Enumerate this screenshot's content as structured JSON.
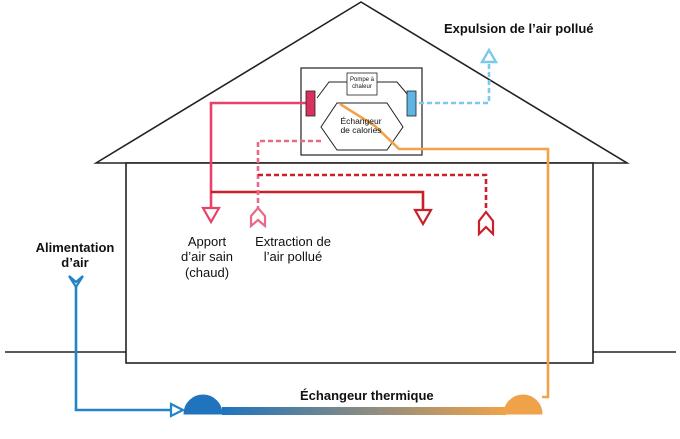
{
  "labels": {
    "expulsion": "Expulsion de l’air pollué",
    "alimentation_l1": "Alimentation",
    "alimentation_l2": "d’air",
    "apport_l1": "Apport",
    "apport_l2": "d’air sain",
    "apport_l3": "(chaud)",
    "extraction_l1": "Extraction de",
    "extraction_l2": "l’air pollué",
    "pompe_l1": "Pompe à",
    "pompe_l2": "chaleur",
    "echangeur_calories_l1": "Échangeur",
    "echangeur_calories_l2": "de calories",
    "echangeur_thermique": "Échangeur thermique"
  },
  "colors": {
    "outline": "#222222",
    "supply_hot": "#e8426a",
    "supply_dark_red": "#c8202a",
    "extract_pink": "#e86a86",
    "extract_red": "#cc1f2a",
    "exhaust_light_blue": "#7ec8ea",
    "fresh_blue": "#2283c6",
    "orange": "#f2a24a",
    "blue_dome": "#1f74bd",
    "orange_dome": "#f0a24a",
    "heater_red": "#d9315e",
    "cooler_blue": "#5fb4e3"
  }
}
